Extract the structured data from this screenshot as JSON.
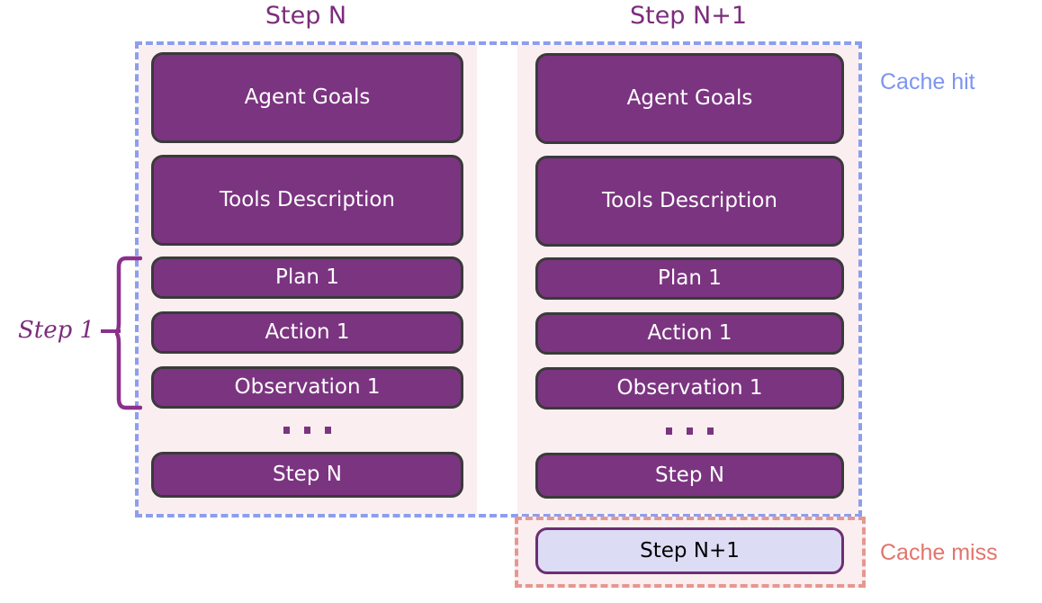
{
  "diagram": {
    "title_left": "Step N",
    "title_right": "Step N+1",
    "cache_hit_label": "Cache hit",
    "cache_miss_label": "Cache miss",
    "step_bracket_label": "Step 1",
    "ellipsis": "...",
    "colors": {
      "box_fill": "#7b3480",
      "box_border": "#3a3a3a",
      "box_text": "#ffffff",
      "panel_bg": "#faeef0",
      "cache_hit_border": "#8c9eee",
      "cache_hit_text": "#7d94f0",
      "cache_miss_border": "#e5988f",
      "cache_miss_text": "#e2756d",
      "miss_box_fill": "#dcdcf5",
      "miss_box_border": "#6d2e72",
      "miss_box_text": "#000000",
      "title_text": "#7b2d7b",
      "bracket": "#8b2f8b"
    }
  },
  "column_left": {
    "header": "Step N",
    "blocks": [
      {
        "label": "Agent Goals"
      },
      {
        "label": "Tools Description"
      },
      {
        "label": "Plan 1"
      },
      {
        "label": "Action 1"
      },
      {
        "label": "Observation 1"
      },
      {
        "label": "Step N"
      }
    ]
  },
  "column_right": {
    "header": "Step N+1",
    "blocks": [
      {
        "label": "Agent Goals"
      },
      {
        "label": "Tools Description"
      },
      {
        "label": "Plan 1"
      },
      {
        "label": "Action 1"
      },
      {
        "label": "Observation 1"
      },
      {
        "label": "Step N"
      }
    ],
    "appended_block": {
      "label": "Step N+1"
    }
  }
}
